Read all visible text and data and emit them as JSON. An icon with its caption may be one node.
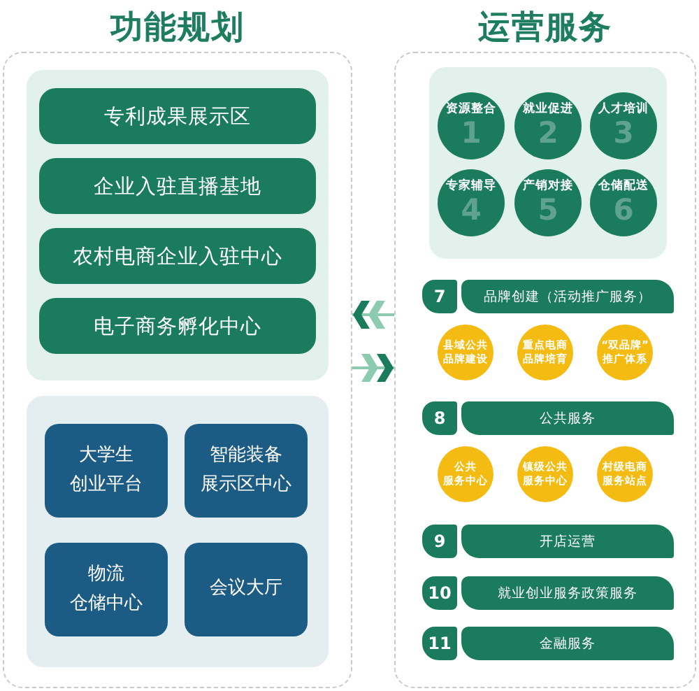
{
  "diagram": {
    "nodes": [
      {
        "text": [
          "功能规划"
        ]
      },
      {
        "text": [],
        "shape": "box",
        "in": 0
      },
      {
        "text": [
          "专利成果展示区"
        ],
        "in": 1
      },
      {
        "text": [
          "企业入驻直播基地"
        ],
        "in": 1
      },
      {
        "text": [
          "农村电商企业入驻中心"
        ],
        "in": 1
      },
      {
        "text": [
          "电子商务孵化中心"
        ],
        "in": 1
      },
      {
        "text": [],
        "shape": "box",
        "in": 0
      },
      {
        "text": [
          "大学生创业平台"
        ],
        "in": 6
      },
      {
        "text": [
          "智能装备展示区中心"
        ],
        "in": 6
      },
      {
        "text": [
          "物流仓储中心"
        ],
        "in": 6
      },
      {
        "text": [
          "会议大厅"
        ],
        "in": 6
      },
      {
        "text": [
          "运营服务"
        ]
      },
      {
        "text": [],
        "shape": "box",
        "in": 11
      },
      {
        "text": [
          "资源整合",
          "1"
        ],
        "in": 12
      },
      {
        "text": [
          "就业促进",
          "2"
        ],
        "in": 12
      },
      {
        "text": [
          "人才培训",
          "3"
        ],
        "in": 12
      },
      {
        "text": [
          "专家辅导",
          "4"
        ],
        "in": 12
      },
      {
        "text": [
          "产销对接",
          "5"
        ],
        "in": 12
      },
      {
        "text": [
          "仓储配送",
          "6"
        ],
        "in": 12
      },
      {
        "text": [
          "7"
        ],
        "in": 11
      },
      {
        "text": [
          "品牌创建（活动推广服务）"
        ],
        "in": 11
      },
      {
        "text": [
          "县域公共品牌建设"
        ],
        "in": 11
      },
      {
        "text": [
          "重点电商品牌培育"
        ],
        "in": 11
      },
      {
        "text": [
          "“双品牌”推广体系"
        ],
        "in": 11
      },
      {
        "text": [
          "8"
        ],
        "in": 11
      },
      {
        "text": [
          "公共服务"
        ],
        "in": 11
      },
      {
        "text": [
          "公共服务中心"
        ],
        "in": 11
      },
      {
        "text": [
          "镇级公共服务中心"
        ],
        "in": 11
      },
      {
        "text": [
          "村级电商服务站点"
        ],
        "in": 11
      },
      {
        "text": [
          "9"
        ],
        "in": 11
      },
      {
        "text": [
          "开店运营"
        ],
        "in": 11
      },
      {
        "text": [
          "10"
        ],
        "in": 11
      },
      {
        "text": [
          "就业创业服务政策服务"
        ],
        "in": 11
      },
      {
        "text": [
          "11"
        ],
        "in": 11
      },
      {
        "text": [
          "金融服务"
        ],
        "in": 11
      }
    ],
    "edges": [
      {
        "from": 11,
        "to": 0,
        "arrow": "to"
      },
      {
        "from": 0,
        "to": 11,
        "arrow": "to"
      }
    ]
  }
}
